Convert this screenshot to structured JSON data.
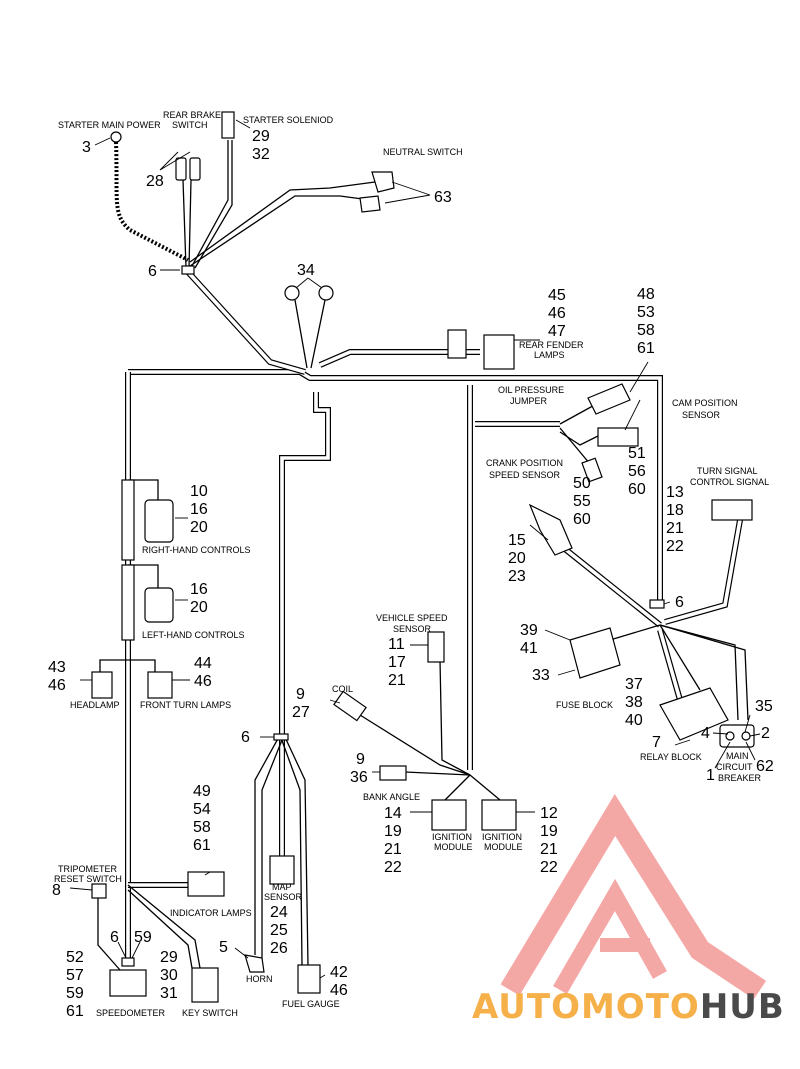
{
  "labels": {
    "starter_main_power": "STARTER MAIN POWER",
    "rear_brake_switch_1": "REAR BRAKE",
    "rear_brake_switch_2": "SWITCH",
    "starter_solenoid": "STARTER SOLENIOD",
    "neutral_switch": "NEUTRAL SWITCH",
    "rear_fender_lamps_1": "REAR FENDER",
    "rear_fender_lamps_2": "LAMPS",
    "oil_pressure_1": "OIL PRESSURE",
    "oil_pressure_2": "JUMPER",
    "cam_position_1": "CAM POSITION",
    "cam_position_2": "SENSOR",
    "crank_position_1": "CRANK POSITION",
    "crank_position_2": "SPEED SENSOR",
    "turn_signal_1": "TURN SIGNAL",
    "turn_signal_2": "CONTROL SIGNAL",
    "right_hand_controls": "RIGHT-HAND CONTROLS",
    "left_hand_controls": "LEFT-HAND CONTROLS",
    "headlamp": "HEADLAMP",
    "front_turn_lamps": "FRONT TURN LAMPS",
    "vehicle_speed_1": "VEHICLE SPEED",
    "vehicle_speed_2": "SENSOR",
    "coil": "COIL",
    "fuse_block": "FUSE BLOCK",
    "relay_block": "RELAY BLOCK",
    "main_cb_1": "MAIN",
    "main_cb_2": "CIRCUIT",
    "main_cb_3": "BREAKER",
    "bank_angle": "BANK ANGLE",
    "ignition_module_a_1": "IGNITION",
    "ignition_module_a_2": "MODULE",
    "ignition_module_b_1": "IGNITION",
    "ignition_module_b_2": "MODULE",
    "tripometer_1": "TRIPOMETER",
    "tripometer_2": "RESET SWITCH",
    "indicator_lamps": "INDICATOR LAMPS",
    "map_sensor_1": "MAP",
    "map_sensor_2": "SENSOR",
    "horn": "HORN",
    "fuel_gauge": "FUEL GAUGE",
    "speedometer": "SPEEDOMETER",
    "key_switch": "KEY SWITCH"
  },
  "callouts": {
    "c3": "3",
    "c28": "28",
    "c29a": "29",
    "c32": "32",
    "c63": "63",
    "c6a": "6",
    "c34": "34",
    "c45": "45",
    "c46a": "46",
    "c47": "47",
    "c48": "48",
    "c53": "53",
    "c58a": "58",
    "c61a": "61",
    "c51": "51",
    "c56": "56",
    "c60a": "60",
    "c50": "50",
    "c55": "55",
    "c60b": "60",
    "c13": "13",
    "c18": "18",
    "c21a": "21",
    "c22a": "22",
    "c10": "10",
    "c16a": "16",
    "c20a": "20",
    "c16b": "16",
    "c20b": "20",
    "c15": "15",
    "c20c": "20",
    "c23": "23",
    "c6b": "6",
    "c43": "43",
    "c46b": "46",
    "c44": "44",
    "c46c": "46",
    "c39": "39",
    "c41": "41",
    "c33": "33",
    "c11": "11",
    "c17": "17",
    "c21b": "21",
    "c9a": "9",
    "c27": "27",
    "c37": "37",
    "c38": "38",
    "c40": "40",
    "c35": "35",
    "c4": "4",
    "c2": "2",
    "c7": "7",
    "c62": "62",
    "c1": "1",
    "c6c": "6",
    "c9b": "9",
    "c36": "36",
    "c14": "14",
    "c19a": "19",
    "c21c": "21",
    "c22b": "22",
    "c12": "12",
    "c19b": "19",
    "c21d": "21",
    "c22c": "22",
    "c49": "49",
    "c54": "54",
    "c58b": "58",
    "c61b": "61",
    "c8": "8",
    "c24": "24",
    "c25": "25",
    "c26": "26",
    "c6d": "6",
    "c59a": "59",
    "c29b": "29",
    "c30": "30",
    "c31": "31",
    "c5": "5",
    "c42": "42",
    "c46d": "46",
    "c52": "52",
    "c57": "57",
    "c59b": "59",
    "c61c": "61"
  },
  "logo": {
    "word_a": "AUTOMOTO",
    "word_b": "HUB",
    "color_a": "#f6b04a",
    "color_b": "#4a4a4a",
    "triangle_color": "#e8413c"
  }
}
